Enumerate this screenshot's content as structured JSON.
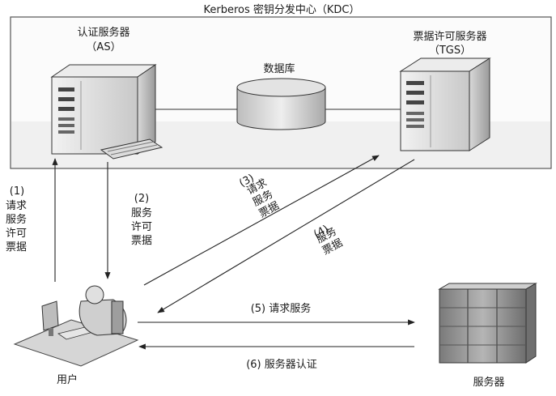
{
  "kdc_title": "Kerberos 密钥分发中心（KDC）",
  "as": {
    "name": "认证服务器",
    "abbr": "（AS）"
  },
  "tgs": {
    "name": "票据许可服务器",
    "abbr": "（TGS）"
  },
  "database": "数据库",
  "steps": {
    "s1": {
      "num": "(1)",
      "text": "请求服务许可票据"
    },
    "s2": {
      "num": "(2)",
      "text": "服务许可票据"
    },
    "s3": {
      "num": "(3)",
      "text": "请求服务票据"
    },
    "s4": {
      "num": "(4)",
      "text": "服务票据"
    },
    "s5": "(5) 请求服务",
    "s6": "(6) 服务器认证"
  },
  "user": "用户",
  "server": "服务器"
}
